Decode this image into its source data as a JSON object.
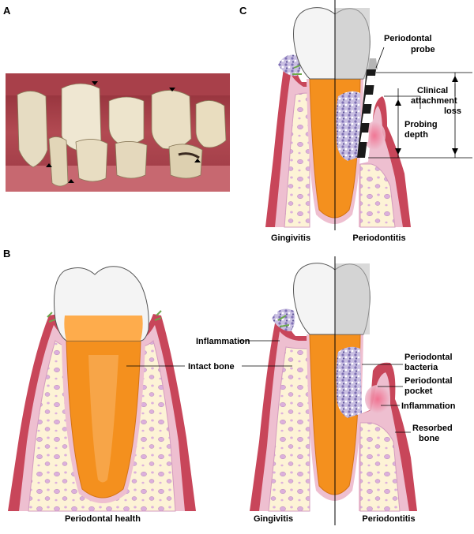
{
  "panels": {
    "a": {
      "letter": "A"
    },
    "b": {
      "letter": "B",
      "caption": "Periodontal health"
    },
    "c": {
      "letter": "C",
      "caption_left": "Gingivitis",
      "caption_right": "Periodontitis",
      "labels": {
        "probe": [
          "Periodontal",
          "probe"
        ],
        "cal": [
          "Clinical",
          "attachment",
          "loss"
        ],
        "probing": [
          "Probing",
          "depth"
        ]
      }
    },
    "d": {
      "caption_left": "Gingivitis",
      "caption_right": "Periodontitis",
      "labels": {
        "inflammation_left": "Inflammation",
        "intact_bone": "Intact bone",
        "bacteria": [
          "Periodontal",
          "bacteria"
        ],
        "pocket": [
          "Periodontal",
          "pocket"
        ],
        "inflammation_right": "Inflammation",
        "resorbed": [
          "Resorbed",
          "bone"
        ]
      }
    }
  },
  "colors": {
    "gum": "#c8465a",
    "gum_inner": "#eebfd0",
    "bone": "#fdf3d6",
    "bone_cells": "#d9a8d8",
    "dentin": "#f4901e",
    "pulp_edge": "#e47a10",
    "enamel": "#f4f4f4",
    "bacteria": "#9a8cc8"
  }
}
